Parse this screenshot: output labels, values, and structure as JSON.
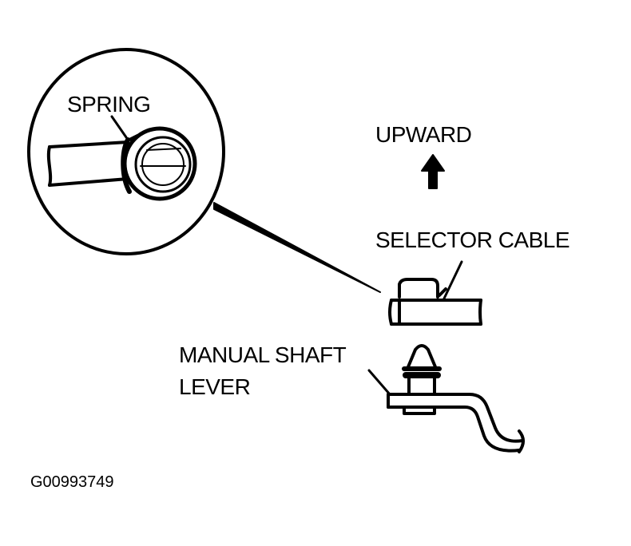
{
  "labels": {
    "spring": "SPRING",
    "upward": "UPWARD",
    "selector_cable": "SELECTOR CABLE",
    "manual_shaft_lever_line1": "MANUAL SHAFT",
    "manual_shaft_lever_line2": "LEVER",
    "figure_code": "G00993749"
  },
  "icons": {
    "direction_arrow": "up-arrow-icon"
  },
  "colors": {
    "ink": "#000000",
    "paper": "#ffffff"
  }
}
